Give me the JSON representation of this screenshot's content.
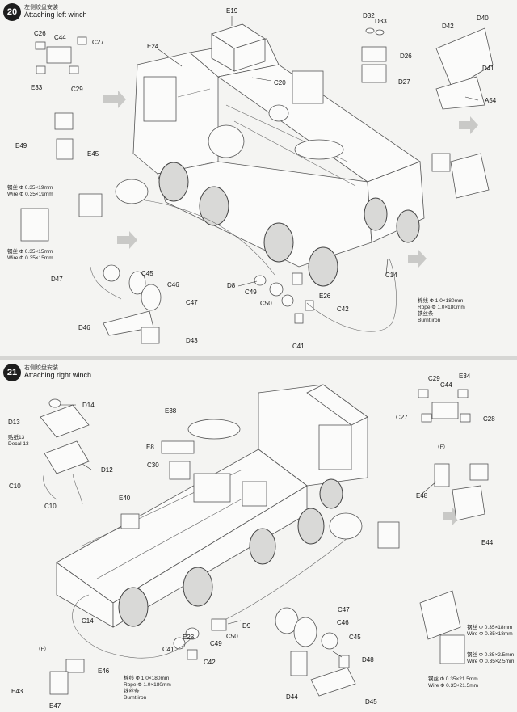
{
  "step20": {
    "number": "20",
    "title_cn": "左侧绞盘安装",
    "title_en": "Attaching left winch",
    "labels": [
      "E19",
      "C26",
      "C44",
      "C27",
      "E33",
      "C29",
      "E24",
      "C20",
      "D32",
      "D33",
      "D26",
      "D27",
      "D42",
      "D40",
      "D41",
      "A54",
      "E49",
      "E45",
      "D47",
      "C45",
      "C46",
      "C47",
      "D46",
      "D43",
      "D8",
      "C49",
      "E26",
      "C50",
      "C42",
      "C41",
      "C14"
    ],
    "winch_wire_note": [
      "钢丝 Φ 0.35×19mm",
      "Wire Φ 0.35×19mm"
    ],
    "winch_wire_note2": [
      "钢丝 Φ 0.35×15mm",
      "Wire Φ 0.35×15mm"
    ],
    "rope_note": [
      "棉线 Φ 1.0×180mm",
      "Rope Φ 1.0×180mm",
      "铁丝条",
      "Burnt iron"
    ]
  },
  "step21": {
    "number": "21",
    "title_cn": "右侧绞盘安装",
    "title_en": "Attaching right winch",
    "labels": [
      "D14",
      "D13",
      "D12",
      "C10",
      "C10",
      "E38",
      "E8",
      "C30",
      "E40",
      "C29",
      "E34",
      "C44",
      "C27",
      "C28",
      "E48",
      "E44",
      "C14",
      "D9",
      "C50",
      "E25",
      "C49",
      "C41",
      "C42",
      "E46",
      "E43",
      "E47",
      "C47",
      "C46",
      "C45",
      "D48",
      "D44",
      "D45"
    ],
    "decal_note": [
      "贴纸13",
      "Decal 13"
    ],
    "paren_f": "（F）",
    "rope_note": [
      "棉线 Φ 1.0×180mm",
      "Rope Φ 1.0×180mm",
      "铁丝条",
      "Burnt iron"
    ],
    "wire_note_a": [
      "钢丝 Φ 0.35×18mm",
      "Wire Φ 0.35×18mm"
    ],
    "wire_note_b": [
      "钢丝 Φ 0.35×2.5mm",
      "Wire Φ 0.35×2.5mm"
    ],
    "wire_note_c": [
      "钢丝 Φ 0.35×21.5mm",
      "Wire Φ 0.35×21.5mm"
    ]
  }
}
